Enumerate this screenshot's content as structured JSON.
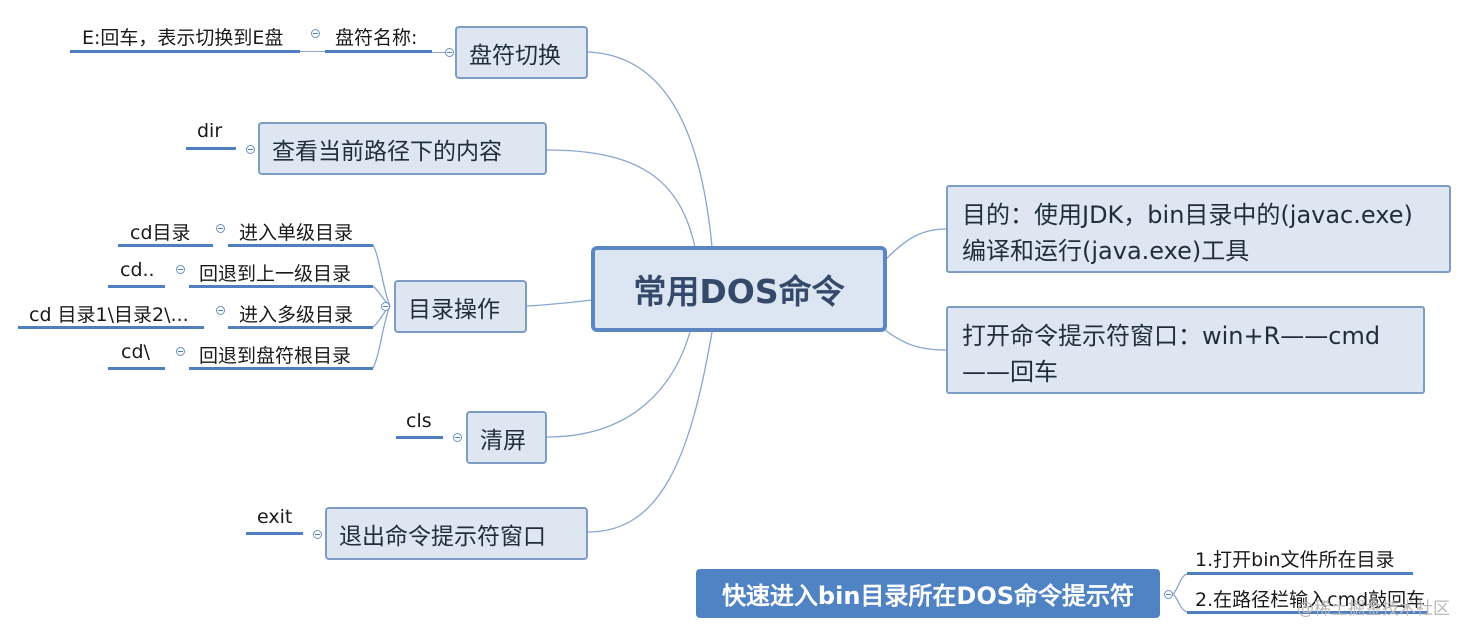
{
  "center": {
    "title": "常用DOS命令"
  },
  "branches": {
    "drive_switch": {
      "title": "盘符切换",
      "child": "盘符名称:",
      "grandchild": "E:回车，表示切换到E盘"
    },
    "view_contents": {
      "title": "查看当前路径下的内容",
      "child": "dir"
    },
    "dir_ops": {
      "title": "目录操作",
      "items": [
        {
          "desc": "进入单级目录",
          "cmd": "cd目录"
        },
        {
          "desc": "回退到上一级目录",
          "cmd": "cd.."
        },
        {
          "desc": "进入多级目录",
          "cmd": "cd 目录1\\目录2\\..."
        },
        {
          "desc": "回退到盘符根目录",
          "cmd": "cd\\"
        }
      ]
    },
    "clear": {
      "title": "清屏",
      "child": "cls"
    },
    "exit": {
      "title": "退出命令提示符窗口",
      "child": "exit"
    }
  },
  "right_nodes": {
    "purpose_line1": "目的：使用JDK，bin目录中的(javac.exe)",
    "purpose_line2": "编译和运行(java.exe)工具",
    "open_line1": "打开命令提示符窗口：win+R——cmd",
    "open_line2": "——回车"
  },
  "quick_access": {
    "title": "快速进入bin目录所在DOS命令提示符",
    "steps": [
      "1.打开bin文件所在目录",
      "2.在路径栏输入cmd敲回车"
    ]
  },
  "watermark": "@稀土掘金技术社区",
  "colors": {
    "accent": "#4f83c3",
    "node_fill": "#dde6f1",
    "node_border": "#7d9cc6"
  }
}
